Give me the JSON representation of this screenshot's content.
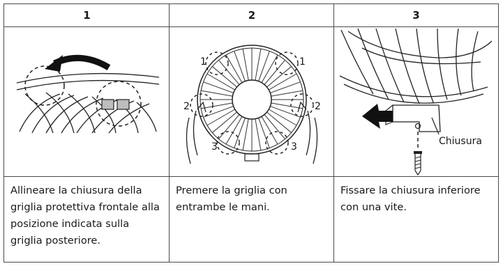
{
  "steps": [
    {
      "number": "1",
      "text": "Allineare la chiusura della griglia protettiva frontale alla posizione indicata sulla griglia posteriore."
    },
    {
      "number": "2",
      "text": "Premere la griglia con entrambe le mani."
    },
    {
      "number": "3",
      "text": "Fissare la chiusura inferiore con una vite."
    }
  ],
  "illustration2_labels": {
    "top_left": "1",
    "top_right": "1",
    "mid_left": "2",
    "mid_right": "2",
    "bottom_left": "3",
    "bottom_right": "3"
  },
  "illustration3_label": "Chiusura"
}
